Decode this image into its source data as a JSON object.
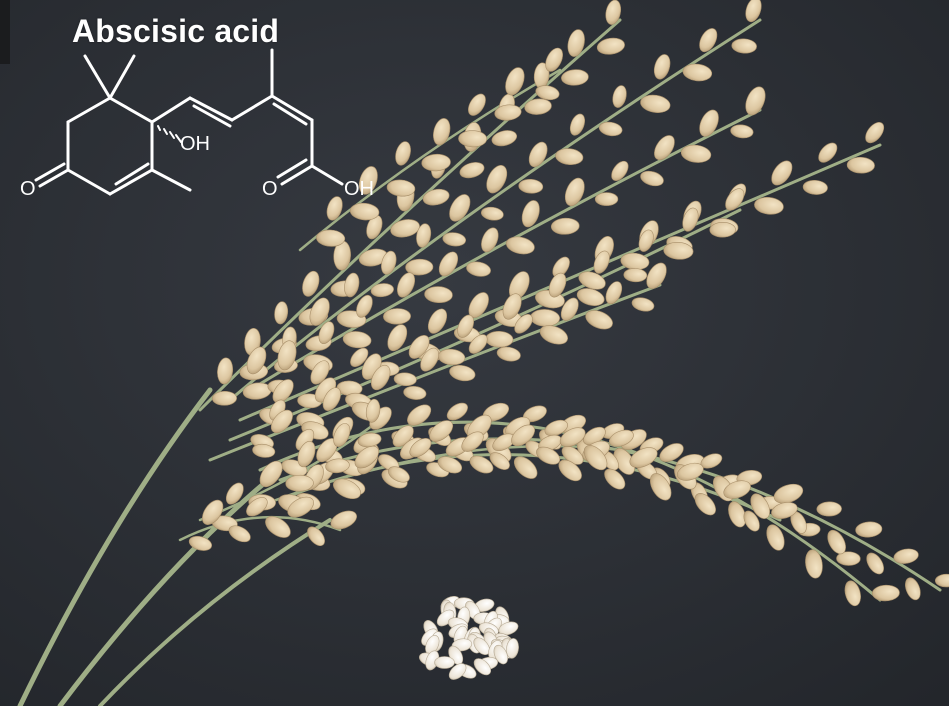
{
  "figure": {
    "title": "Abscisic acid",
    "atom_labels": {
      "hydroxyl": "OH",
      "ketone_oxygen": "O",
      "carbonyl_oxygen": "O",
      "acid_hydroxyl": "OH"
    }
  },
  "colors": {
    "background": "#2c2f35",
    "stem": "#9fae86",
    "grain_husk": "#ddc8a3",
    "milled_grain": "#efe8dc",
    "molecule": "#ffffff"
  }
}
